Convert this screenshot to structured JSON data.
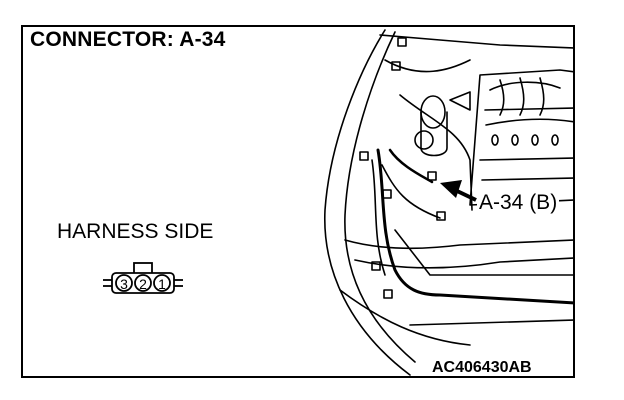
{
  "title": "CONNECTOR: A-34",
  "harness_label": "HARNESS SIDE",
  "callout_label": "A-34 (B)",
  "connector_pins": [
    "3",
    "2",
    "1"
  ],
  "figure_code": "AC406430AB"
}
